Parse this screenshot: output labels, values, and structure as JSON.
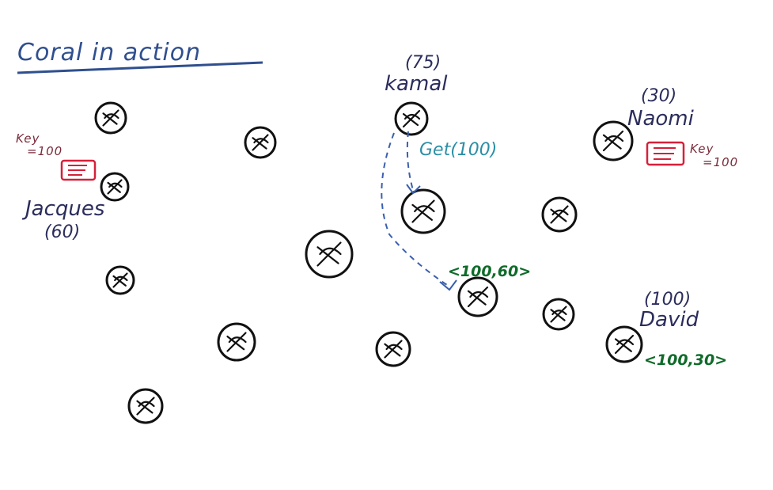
{
  "title": "Coral in action",
  "nodes": {
    "kamal": {
      "name": "kamal",
      "value": "(75)"
    },
    "naomi": {
      "name": "Naomi",
      "value": "(30)"
    },
    "jacques": {
      "name": "Jacques",
      "value": "(60)"
    },
    "david": {
      "name": "David",
      "value": "(100)"
    }
  },
  "keys": {
    "jacques_key": {
      "line1": "Key",
      "line2": "=100"
    },
    "naomi_key": {
      "line1": "Key",
      "line2": "=100"
    }
  },
  "annotations": {
    "get": "Get(100)",
    "tuple_60": "<100,60>",
    "tuple_30": "<100,30>"
  },
  "colors": {
    "title": "#2f4f8f",
    "names": "#2b2d5c",
    "get": "#2b8fa6",
    "tuples": "#0f6b2a",
    "key_doc": "#d6203a",
    "arrows": "#3a5fb0"
  }
}
